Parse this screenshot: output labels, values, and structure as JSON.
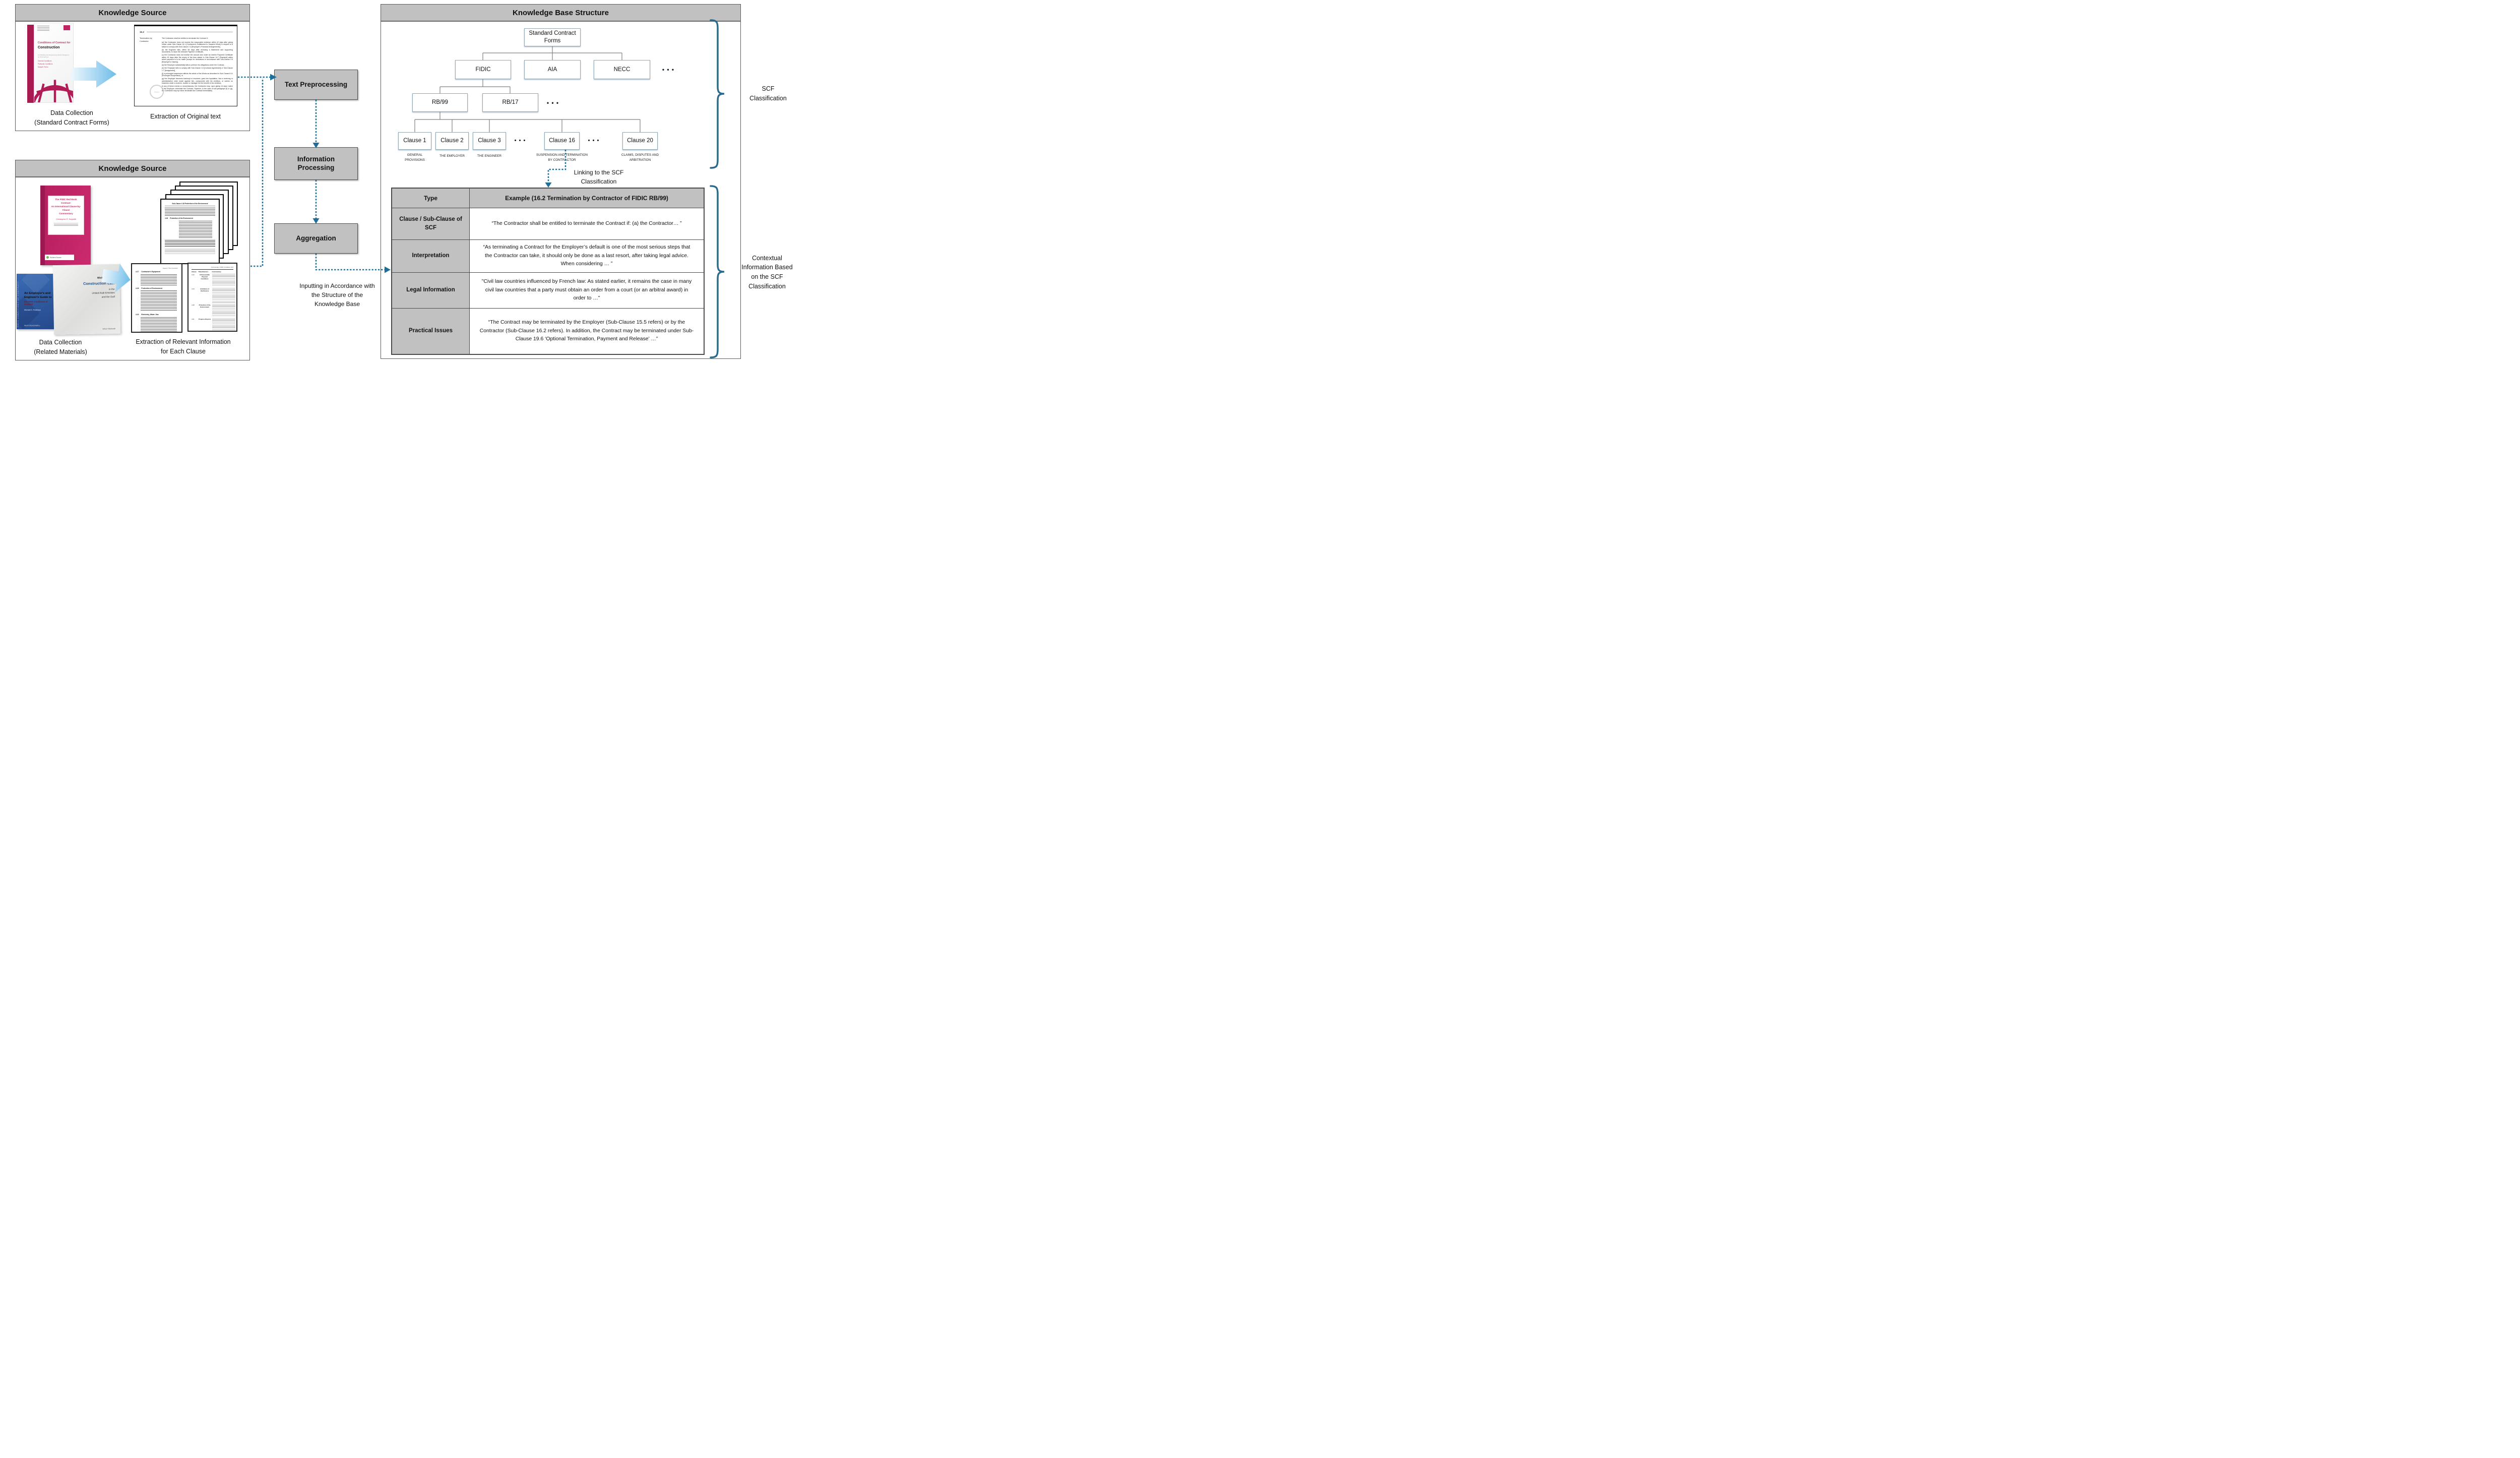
{
  "source_top": {
    "header": "Knowledge Source",
    "book_red": {
      "title_red": "Conditions of Contract for",
      "title_black": "Construction",
      "subtitle": "For Building and Engineering Works Designed by the Employer",
      "list_lines": "General Conditions\nParticular Conditions\nSample Forms"
    },
    "document": {
      "clause_no": "16.2",
      "side_label": "Termination by Contractor",
      "intro": "The Contractor shall be entitled to terminate the Contract if:",
      "items": [
        "(a)  the Contractor does not receive the reasonable evidence within 42 days after giving notice under Sub-Clause 16.1 [Contractor's Entitlement to Suspend Work] in respect of a failure to comply with Sub-Clause 2.4 [Employer's Financial Arrangements],",
        "(b)  the Engineer fails, within 56 days after receiving a Statement and supporting documents, to issue the relevant Payment Certificate,",
        "(c)  the Contractor does not receive the amount due under an Interim Payment Certificate within 42 days after the expiry of the time stated in Sub-Clause 14.7 [Payment] within which payment is to be made (except for deductions in accordance with Sub-Clause 2.5 [Employer's Claims]),",
        "(d)  the Employer substantially fails to perform his obligations under the Contract,",
        "(e)  the Employer fails to comply with Sub-Clause 1.6 [Contract Agreement] or Sub-Clause 1.7 [Assignment],",
        "(f)  a prolonged suspension affects the whole of the Works as described in Sub-Clause 8.11 [Prolonged Suspension], or",
        "(g)  the Employer becomes bankrupt or insolvent, goes into liquidation, has a receiving or administration order made against him, compounds with his creditors, or carries on business under a receiver, trustee or manager for the benefit of his creditors."
      ],
      "closing": "In any of these events or circumstances, the Contractor may, upon giving 14 days' notice to the Employer, terminate the Contract. However, in the case of sub-paragraph (f) or (g), the Contractor may by notice terminate the Contract immediately.",
      "watermark": "FIDIC"
    },
    "caption_left": "Data Collection\n(Standard Contract Forms)",
    "caption_right": "Extraction of Original text"
  },
  "source_bottom": {
    "header": "Knowledge Source",
    "book_pink": {
      "title": "The FIDIC Red Book Contract:\nAn International Clause-by-Clause\nCommentary",
      "author": "Christopher R. Seppälä",
      "publisher": "Wolters Kluwer"
    },
    "book_blue": {
      "spine_text": "FIDIC CONDITIONS OF CONTRACT",
      "title": "An Employer's and\nEngineer's Guide to",
      "subtitle": "the FIDIC Conditions of Contract",
      "author": "Michael D. Robinson",
      "publisher": "WILEY-BLACKWELL"
    },
    "book_gray": {
      "author": "Michael Grose",
      "title": "Construction Law",
      "subtitle": "in the\nUnited Arab Emirates\nand the Gulf",
      "publisher": "WILEY Blackwell"
    },
    "papers_front": {
      "page_heading": "Sub-Clause 4.18  Protection of the Environment",
      "section_no": "4.18",
      "section_title": "Protection of the Environment"
    },
    "doc_left": {
      "page_header": "Clause 4  The Contractor",
      "sections": [
        {
          "no": "4.17",
          "title": "Contractor's Equipment"
        },
        {
          "no": "4.18",
          "title": "Protection of Environment"
        },
        {
          "no": "4.19",
          "title": "Electricity, Water, Gas"
        }
      ]
    },
    "doc_right": {
      "page_header": "Commentary: FIDIC Conditions  313",
      "columns": [
        "Clause",
        "Title/Abstract",
        "Commentary"
      ],
      "rows": [
        {
          "no": "4.12",
          "title": "Unforeseeable Physical Conditions"
        },
        {
          "no": "4.14",
          "title": "Avoidance of Interference"
        },
        {
          "no": "4.18",
          "title": "Protection of the Environment"
        },
        {
          "no": "4.21",
          "title": "Progress Reports"
        }
      ]
    },
    "caption_left": "Data Collection\n(Related Materials)",
    "caption_right": "Extraction of Relevant Information\nfor Each Clause"
  },
  "pipeline": {
    "steps": [
      "Text Preprocessing",
      "Information Processing",
      "Aggregation"
    ],
    "input_note": "Inputting in Accordance with\nthe Structure of the\nKnowledge Base"
  },
  "kb": {
    "header": "Knowledge Base Structure",
    "root": "Standard Contract Forms",
    "level2": [
      "FIDIC",
      "AIA",
      "NECC"
    ],
    "level3": [
      "RB/99",
      "RB/17"
    ],
    "clauses": [
      {
        "label": "Clause 1",
        "sub": "GENERAL\nPROVISIONS"
      },
      {
        "label": "Clause 2",
        "sub": "THE EMPLOYER"
      },
      {
        "label": "Clause 3",
        "sub": "THE ENGINEER"
      },
      {
        "label": "Clause 16",
        "sub": "SUSPENSION AND TERMINATION\nBY CONTRACTOR"
      },
      {
        "label": "Clause 20",
        "sub": "CLAIMS, DISPUTES AND\nARBITRATION"
      }
    ],
    "dots": "•  •  •",
    "linking_note": "Linking to the SCF\nClassification",
    "label_scf": "SCF\nClassification",
    "label_contextual": "Contextual\nInformation Based\non the SCF\nClassification"
  },
  "table": {
    "col_type": "Type",
    "col_example": "Example (16.2 Termination by Contractor of FIDIC RB/99)",
    "rows": [
      {
        "type": "Clause / Sub-Clause of SCF",
        "example": "“The Contractor shall be entitled to terminate the Contract if: (a) the Contractor… ”"
      },
      {
        "type": "Interpretation",
        "example": "“As terminating a Contract for the Employer’s default is one of the most serious steps that the Contractor can take, it should only be done as a last resort, after taking legal advice. When considering … ”"
      },
      {
        "type": "Legal Information",
        "example": "\"Civil law countries influenced by French law: As stated earlier, it remains the case in many civil law countries that a party must obtain an order from a court (or an arbitral award) in order to …\""
      },
      {
        "type": "Practical Issues",
        "example": "“The Contract may be terminated by the Employer (Sub-Clause 15.5 refers) or by the Contractor (Sub-Clause 16.2 refers). In addition, the Contract may be terminated under Sub-Clause 19.6 ‘Optional Termination, Payment and Release’ …”"
      }
    ]
  },
  "colors": {
    "accent_teal": "#1f6e99",
    "brace_teal": "#2d6b8d",
    "panel_gray": "#c1c1c1",
    "book_magenta": "#c02562",
    "book_blue": "#2f5fa5"
  }
}
